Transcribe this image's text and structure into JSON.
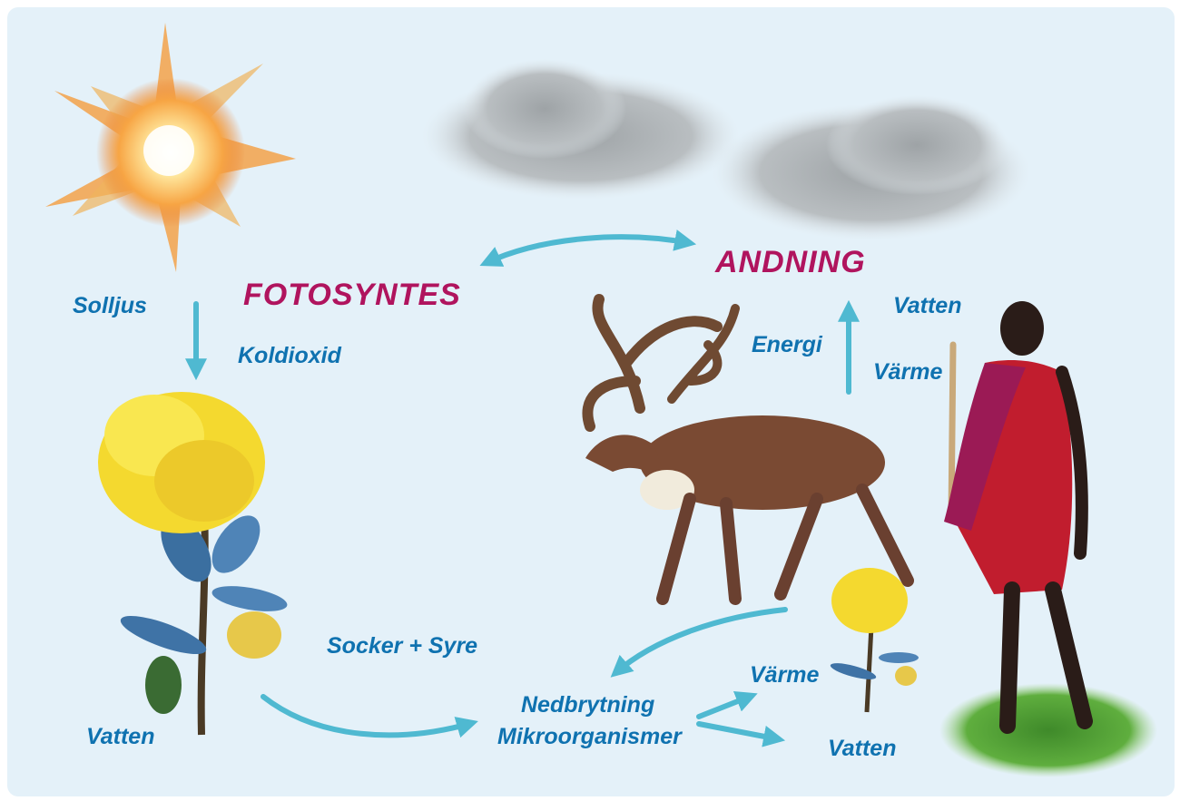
{
  "titles": {
    "photosynthesis": "FOTOSYNTES",
    "respiration": "ANDNING"
  },
  "labels": {
    "sunlight": "Solljus",
    "carbon_dioxide": "Koldioxid",
    "water_plant": "Vatten",
    "sugar_oxygen": "Socker + Syre",
    "energy": "Energi",
    "water_person": "Vatten",
    "heat_person": "Värme",
    "decomposition": "Nedbrytning",
    "microorganisms": "Mikroorganismer",
    "heat_decomp": "Värme",
    "water_decomp": "Vatten"
  },
  "colors": {
    "background": "#e4f1f9",
    "label_text": "#0f72b0",
    "title_text": "#b0145e",
    "arrow": "#4fb9d1"
  },
  "icons": [
    "sun-icon",
    "cloud-icon",
    "flower-icon",
    "reindeer-icon",
    "person-icon"
  ]
}
